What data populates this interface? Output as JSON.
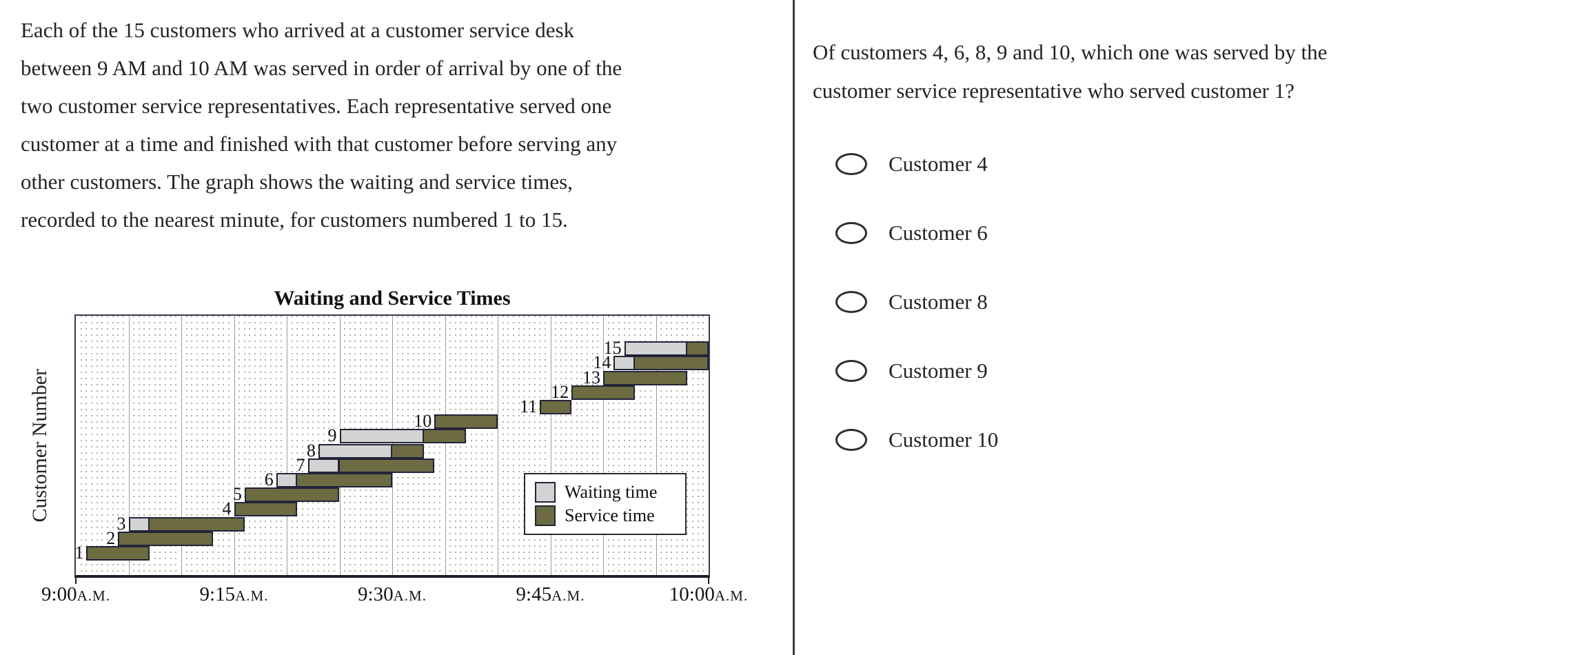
{
  "passage": {
    "lines": [
      "Each of the 15 customers who arrived at a customer service desk",
      "between 9 AM and 10 AM was served in order of arrival by one of the",
      "two customer service representatives. Each representative served one",
      "customer at a time and finished with that customer before serving any",
      "other customers. The graph shows the waiting and service times,",
      "recorded to the nearest minute, for customers numbered 1 to 15."
    ]
  },
  "question": {
    "lines": [
      "Of customers 4, 6, 8, 9 and 10, which one was served by the",
      "customer service representative who served customer 1?"
    ]
  },
  "options": [
    {
      "label": "Customer 4",
      "selected": false
    },
    {
      "label": "Customer 6",
      "selected": false
    },
    {
      "label": "Customer 8",
      "selected": false
    },
    {
      "label": "Customer 9",
      "selected": false
    },
    {
      "label": "Customer 10",
      "selected": false
    }
  ],
  "chart_data": {
    "type": "bar",
    "subtype": "horizontal-gantt",
    "title": "Waiting and Service Times",
    "ylabel": "Customer Number",
    "xlabel": "",
    "x_axis": {
      "unit": "minutes after 9:00 A.M.",
      "range_minutes": [
        0,
        60
      ],
      "major_grid_every_min": 5,
      "minor_dotted_grid": true,
      "ticks": [
        {
          "minute": 0,
          "time": "9:00",
          "meridiem": "A.M."
        },
        {
          "minute": 15,
          "time": "9:15",
          "meridiem": "A.M."
        },
        {
          "minute": 30,
          "time": "9:30",
          "meridiem": "A.M."
        },
        {
          "minute": 45,
          "time": "9:45",
          "meridiem": "A.M."
        },
        {
          "minute": 60,
          "time": "10:00",
          "meridiem": "A.M."
        }
      ]
    },
    "legend": [
      {
        "key": "waiting",
        "label": "Waiting time",
        "color": "#d3d3d3"
      },
      {
        "key": "service",
        "label": "Service time",
        "color": "#6c6b42"
      }
    ],
    "customers": [
      {
        "number": 1,
        "arrive_min": 1,
        "service_start_min": 1,
        "service_end_min": 7
      },
      {
        "number": 2,
        "arrive_min": 4,
        "service_start_min": 4,
        "service_end_min": 13
      },
      {
        "number": 3,
        "arrive_min": 5,
        "service_start_min": 7,
        "service_end_min": 16
      },
      {
        "number": 4,
        "arrive_min": 15,
        "service_start_min": 15,
        "service_end_min": 21
      },
      {
        "number": 5,
        "arrive_min": 16,
        "service_start_min": 16,
        "service_end_min": 25
      },
      {
        "number": 6,
        "arrive_min": 19,
        "service_start_min": 21,
        "service_end_min": 30
      },
      {
        "number": 7,
        "arrive_min": 22,
        "service_start_min": 25,
        "service_end_min": 34
      },
      {
        "number": 8,
        "arrive_min": 23,
        "service_start_min": 30,
        "service_end_min": 33
      },
      {
        "number": 9,
        "arrive_min": 25,
        "service_start_min": 33,
        "service_end_min": 37
      },
      {
        "number": 10,
        "arrive_min": 34,
        "service_start_min": 34,
        "service_end_min": 40
      },
      {
        "number": 11,
        "arrive_min": 44,
        "service_start_min": 44,
        "service_end_min": 47
      },
      {
        "number": 12,
        "arrive_min": 47,
        "service_start_min": 47,
        "service_end_min": 53
      },
      {
        "number": 13,
        "arrive_min": 50,
        "service_start_min": 50,
        "service_end_min": 58
      },
      {
        "number": 14,
        "arrive_min": 51,
        "service_start_min": 53,
        "service_end_min": 60
      },
      {
        "number": 15,
        "arrive_min": 52,
        "service_start_min": 58,
        "service_end_min": 60
      }
    ]
  },
  "colors": {
    "waiting": "#d3d3d3",
    "service": "#6c6b42",
    "bar_border": "#23233a",
    "grid_major": "#9a9a9a",
    "grid_minor_dot": "#b6ad9e",
    "plot_border": "#3a3a52",
    "divider": "#3a3a3a",
    "text": "#242424"
  }
}
